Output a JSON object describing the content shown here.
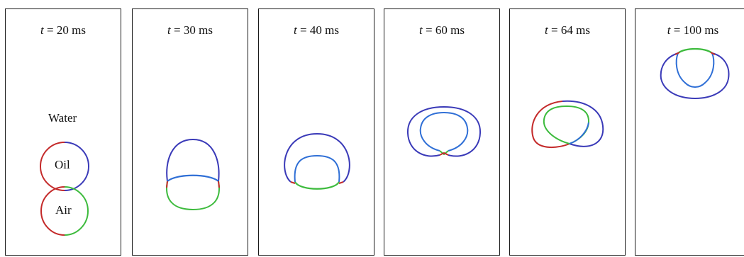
{
  "colors": {
    "outer_interface": "#3a3ab8",
    "inner_interface": "#2f6fd6",
    "oil_water": "#3a3ab8",
    "oil_air": "#2f6fd6",
    "air_water": "#3dbb3d",
    "air_water_left": "#c42a2a",
    "panel_border": "#1a1a1a"
  },
  "panels": [
    {
      "t_symbol": "t",
      "rest": " = 20 ms"
    },
    {
      "t_symbol": "t",
      "rest": " = 30 ms"
    },
    {
      "t_symbol": "t",
      "rest": " = 40 ms"
    },
    {
      "t_symbol": "t",
      "rest": " = 60 ms"
    },
    {
      "t_symbol": "t",
      "rest": " = 64 ms"
    },
    {
      "t_symbol": "t",
      "rest": " = 100 ms"
    }
  ],
  "labels": {
    "water": "Water",
    "oil": "Oil",
    "air": "Air"
  }
}
